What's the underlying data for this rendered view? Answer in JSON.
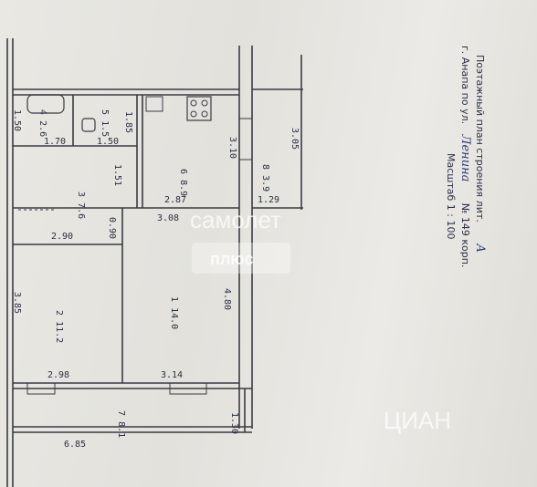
{
  "title": {
    "line1": "Поэтажный план строения лит.",
    "line1_suffix": "А",
    "line2": "г. Анапа по ул.",
    "street": "Ленина",
    "number": "№ 149 корп.",
    "scale": "Масштаб 1 : 100"
  },
  "rooms": [
    {
      "id": "1",
      "area": "14.0"
    },
    {
      "id": "2",
      "area": "11.2"
    },
    {
      "id": "3",
      "area": "7.6"
    },
    {
      "id": "4",
      "area": "2.6"
    },
    {
      "id": "5",
      "area": "1.5"
    },
    {
      "id": "6",
      "area": "8.9"
    },
    {
      "id": "7",
      "area": "8.1"
    },
    {
      "id": "8",
      "area": "3.9"
    }
  ],
  "dimensions": {
    "d1_50": "1.50",
    "d1_70": "1.70",
    "d1_50b": "1.50",
    "d1_85": "1.85",
    "d2_87": "2.87",
    "d3_10": "3.10",
    "d3_05": "3.05",
    "d1_29": "1.29",
    "d1_51": "1.51",
    "d3_08": "3.08",
    "d2_90": "2.90",
    "d0_90": "0.90",
    "d3_85": "3.85",
    "d4_80": "4.80",
    "d2_98": "2.98",
    "d3_14": "3.14",
    "d6_85": "6.85",
    "d1_30": "1.30"
  },
  "watermarks": {
    "brand": "самолет",
    "brand_sub": "плюс",
    "cian": "ЦИАН"
  }
}
